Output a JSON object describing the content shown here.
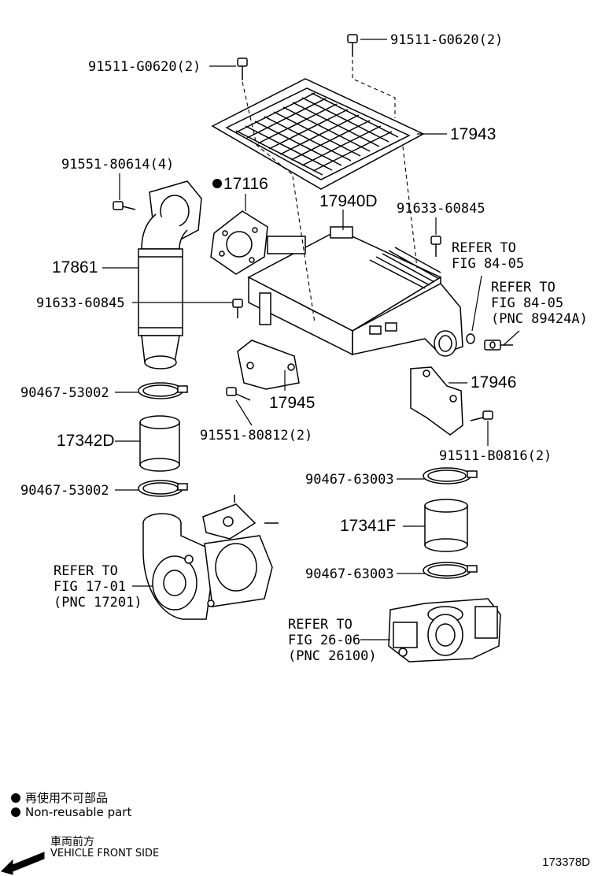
{
  "callouts": [
    {
      "key": "bolt_top_right",
      "text": "91511-G0620(2)"
    },
    {
      "key": "bolt_top_left",
      "text": "91511-G0620(2)"
    },
    {
      "key": "air_filter",
      "text": "17943"
    },
    {
      "key": "bolt_pipe_flange",
      "text": "91551-80614(4)"
    },
    {
      "key": "gasket",
      "text": "17116"
    },
    {
      "key": "intercooler",
      "text": "17940D"
    },
    {
      "key": "bolt_right",
      "text": "91633-60845"
    },
    {
      "key": "refer_84_a1",
      "text": "REFER TO"
    },
    {
      "key": "refer_84_a2",
      "text": "FIG 84-05"
    },
    {
      "key": "refer_84_b1",
      "text": "REFER TO"
    },
    {
      "key": "refer_84_b2",
      "text": "FIG 84-05"
    },
    {
      "key": "refer_84_b3",
      "text": "(PNC 89424A)"
    },
    {
      "key": "pipe",
      "text": "17861"
    },
    {
      "key": "bolt_left",
      "text": "91633-60845"
    },
    {
      "key": "clamp_left_upper",
      "text": "90467-53002"
    },
    {
      "key": "bracket_left",
      "text": "17945"
    },
    {
      "key": "bracket_right",
      "text": "17946"
    },
    {
      "key": "bolt_bracket_left",
      "text": "91551-80812(2)"
    },
    {
      "key": "hose_left",
      "text": "17342D"
    },
    {
      "key": "bolt_bracket_right",
      "text": "91511-B0816(2)"
    },
    {
      "key": "clamp_left_lower",
      "text": "90467-53002"
    },
    {
      "key": "clamp_right_upper",
      "text": "90467-63003"
    },
    {
      "key": "hose_right",
      "text": "17341F"
    },
    {
      "key": "refer_17_1",
      "text": "REFER TO"
    },
    {
      "key": "refer_17_2",
      "text": "FIG 17-01"
    },
    {
      "key": "refer_17_3",
      "text": "(PNC 17201)"
    },
    {
      "key": "clamp_right_lower",
      "text": "90467-63003"
    },
    {
      "key": "refer_26_1",
      "text": "REFER TO"
    },
    {
      "key": "refer_26_2",
      "text": "FIG 26-06"
    },
    {
      "key": "refer_26_3",
      "text": "(PNC 26100)"
    }
  ],
  "legend": {
    "japanese": "再使用不可部品",
    "english": "Non-reusable part"
  },
  "direction": {
    "japanese": "車両前方",
    "english": "VEHICLE FRONT SIDE"
  },
  "figure_id": "173378D"
}
